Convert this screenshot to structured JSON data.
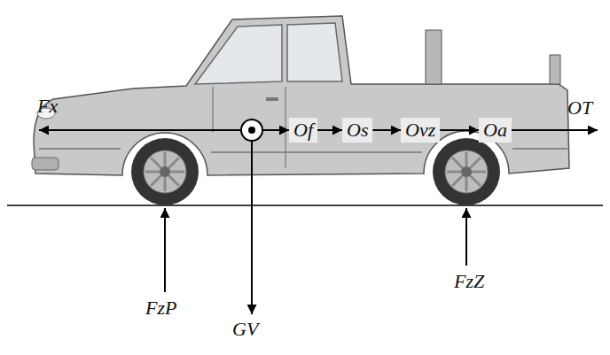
{
  "diagram": {
    "nodes": [
      {
        "text": [
          "Of"
        ]
      },
      {
        "text": [
          "Os"
        ]
      },
      {
        "text": [
          "Ovz"
        ]
      },
      {
        "text": [
          "Oa"
        ]
      }
    ],
    "edges": [
      {
        "from": 0,
        "to": 1,
        "arrow": "to"
      },
      {
        "from": 1,
        "to": 2,
        "arrow": "to"
      },
      {
        "from": 2,
        "to": 3,
        "arrow": "to"
      }
    ],
    "labels": [
      "Fx",
      "OT",
      "FzP",
      "GV",
      "FzZ"
    ]
  }
}
